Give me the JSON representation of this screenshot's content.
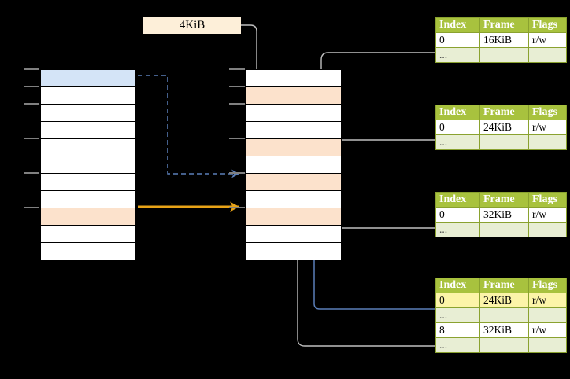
{
  "diagram": {
    "title": "page-table-walk-diagram",
    "label_box": {
      "text": "4KiB"
    },
    "colors": {
      "highlight_blue": "#d4e4f7",
      "highlight_peach": "#fce2cc",
      "label_bg": "#fdefd9",
      "table_header_green": "#a8c23e",
      "table_alt_row": "#e8eed4",
      "yellow_highlight": "#fcf4a8",
      "orange_arrow": "#e8a317",
      "blue_arrow": "#5b7fb9",
      "gray_wire": "#bfbfbf"
    },
    "left_column": {
      "name": "virtual-address-space",
      "rows": [
        {
          "index": 0,
          "fill": "blue"
        },
        {
          "index": 1,
          "fill": "white"
        },
        {
          "index": 2,
          "fill": "white"
        },
        {
          "index": 3,
          "fill": "white"
        },
        {
          "index": 4,
          "fill": "white"
        },
        {
          "index": 5,
          "fill": "white"
        },
        {
          "index": 6,
          "fill": "white"
        },
        {
          "index": 7,
          "fill": "white"
        },
        {
          "index": 8,
          "fill": "peach"
        },
        {
          "index": 9,
          "fill": "white"
        },
        {
          "index": 10,
          "fill": "white"
        }
      ],
      "tick_rows": [
        0,
        1,
        2,
        4,
        6,
        8
      ]
    },
    "middle_column": {
      "name": "physical-address-space",
      "rows": [
        {
          "index": 0,
          "fill": "white"
        },
        {
          "index": 1,
          "fill": "peach"
        },
        {
          "index": 2,
          "fill": "white"
        },
        {
          "index": 3,
          "fill": "white"
        },
        {
          "index": 4,
          "fill": "peach"
        },
        {
          "index": 5,
          "fill": "white"
        },
        {
          "index": 6,
          "fill": "peach"
        },
        {
          "index": 7,
          "fill": "white"
        },
        {
          "index": 8,
          "fill": "peach"
        },
        {
          "index": 9,
          "fill": "white"
        },
        {
          "index": 10,
          "fill": "white"
        }
      ],
      "tick_rows": [
        0,
        1,
        2,
        4,
        6,
        8
      ]
    },
    "tables": [
      {
        "name": "page-table-level-1",
        "headers": [
          "Index",
          "Frame",
          "Flags"
        ],
        "rows": [
          {
            "cells": [
              "0",
              "16KiB",
              "r/w"
            ],
            "style": "normal"
          },
          {
            "cells": [
              "...",
              "",
              ""
            ],
            "style": "alt"
          }
        ]
      },
      {
        "name": "page-table-level-2",
        "headers": [
          "Index",
          "Frame",
          "Flags"
        ],
        "rows": [
          {
            "cells": [
              "0",
              "24KiB",
              "r/w"
            ],
            "style": "normal"
          },
          {
            "cells": [
              "...",
              "",
              ""
            ],
            "style": "alt"
          }
        ]
      },
      {
        "name": "page-table-level-3",
        "headers": [
          "Index",
          "Frame",
          "Flags"
        ],
        "rows": [
          {
            "cells": [
              "0",
              "32KiB",
              "r/w"
            ],
            "style": "normal"
          },
          {
            "cells": [
              "...",
              "",
              ""
            ],
            "style": "alt"
          }
        ]
      },
      {
        "name": "page-table-level-4",
        "headers": [
          "Index",
          "Frame",
          "Flags"
        ],
        "rows": [
          {
            "cells": [
              "0",
              "24KiB",
              "r/w"
            ],
            "style": "normal",
            "highlight": [
              true,
              true,
              true
            ]
          },
          {
            "cells": [
              "...",
              "",
              ""
            ],
            "style": "alt"
          },
          {
            "cells": [
              "8",
              "32KiB",
              "r/w"
            ],
            "style": "normal"
          },
          {
            "cells": [
              "...",
              "",
              ""
            ],
            "style": "alt"
          }
        ]
      }
    ]
  }
}
